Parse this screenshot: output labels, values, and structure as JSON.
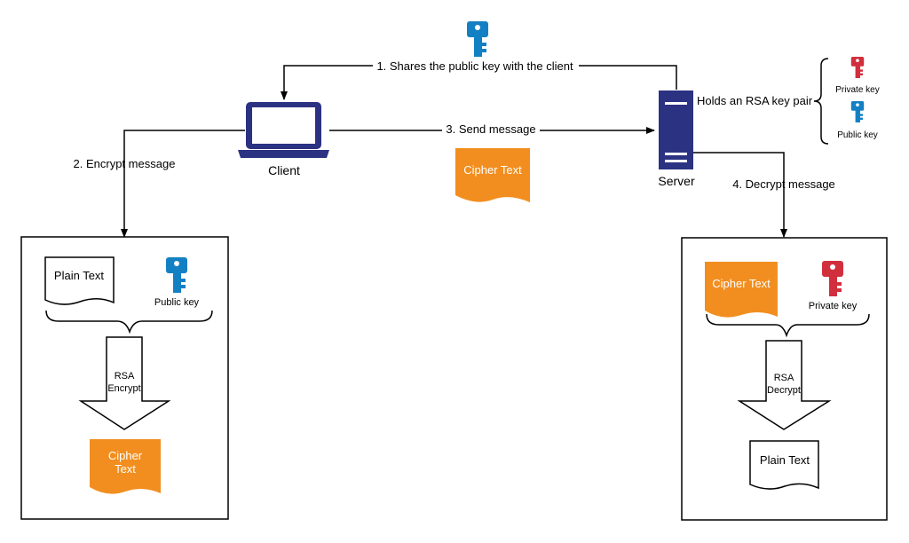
{
  "nodes": {
    "client": "Client",
    "server": "Server"
  },
  "edges": {
    "share_key": "1. Shares the public key with the client",
    "encrypt": "2. Encrypt message",
    "send": "3. Send message",
    "decrypt": "4. Decrypt message"
  },
  "server_note": {
    "label": "Holds an RSA key pair",
    "private_key": "Private key",
    "public_key": "Public key"
  },
  "in_transit": {
    "cipher_text": "Cipher Text"
  },
  "encrypt_panel": {
    "plain_text": "Plain Text",
    "key_label": "Public key",
    "operation_line1": "RSA",
    "operation_line2": "Encrypt",
    "output_line1": "Cipher",
    "output_line2": "Text"
  },
  "decrypt_panel": {
    "cipher_text": "Cipher Text",
    "key_label": "Private key",
    "operation_line1": "RSA",
    "operation_line2": "Decrypt",
    "output": "Plain Text"
  },
  "icons": {
    "public_key": "public-key-icon",
    "private_key": "private-key-icon",
    "client": "laptop-icon",
    "server": "server-icon"
  },
  "colors": {
    "public_key": "#1480c4",
    "private_key": "#d12f3d",
    "device": "#2b3282",
    "cipher": "#f28e1f",
    "line": "#000000"
  }
}
